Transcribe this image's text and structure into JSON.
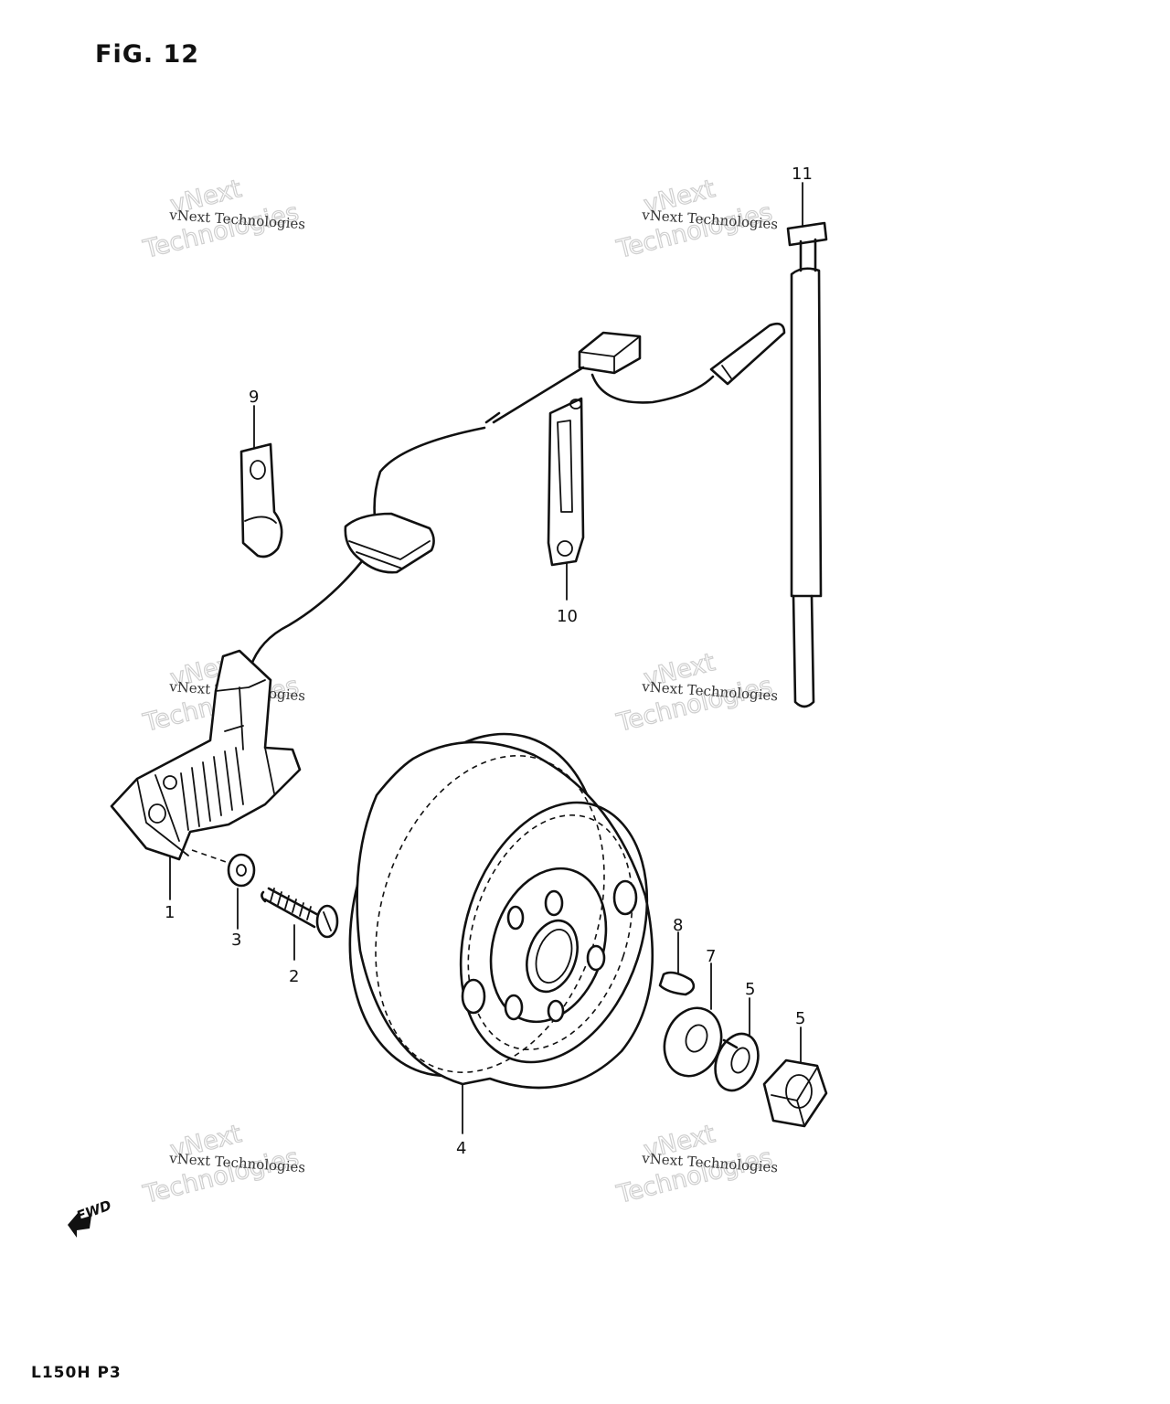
{
  "figure": {
    "title": "FiG. 12",
    "model_code": "L150H P3",
    "direction_label": "FWD"
  },
  "callouts": [
    "1",
    "2",
    "3",
    "4",
    "5",
    "5",
    "7",
    "8",
    "9",
    "10",
    "11"
  ],
  "watermark": {
    "line_small": "vNext Technologies",
    "line_big_1": "vNext",
    "line_big_2": "Technologies"
  }
}
